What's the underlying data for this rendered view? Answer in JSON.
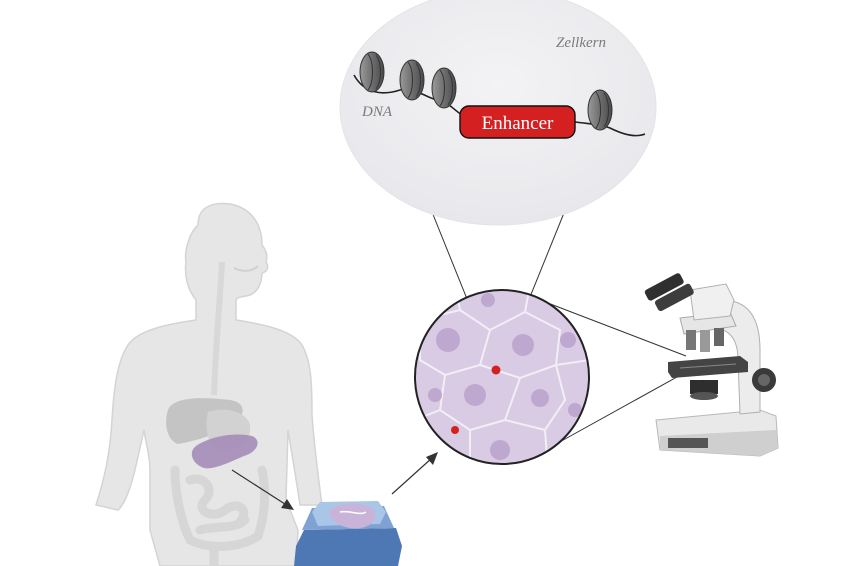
{
  "nucleus": {
    "title": "Zellkern",
    "dna_label": "DNA",
    "enhancer_label": "Enhancer"
  },
  "colors": {
    "enhancer": "#d42020",
    "tissue": "#c9b3d8",
    "nucleus_bg": "#eeeef0",
    "body": "#e6e6e6",
    "pancreas": "#a58cb8"
  },
  "icons": [
    "human-body-icon",
    "tissue-slide-icon",
    "cell-tissue-icon",
    "microscope-icon",
    "nucleosome-icon"
  ]
}
